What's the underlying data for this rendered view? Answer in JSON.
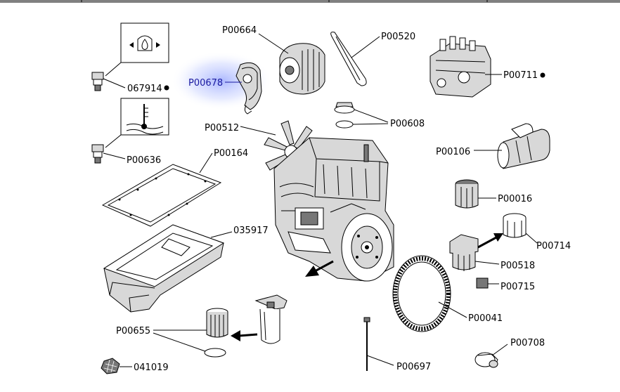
{
  "colors": {
    "highlight_label": "#1a1aa0",
    "highlight_glow": "#8fa0ff",
    "line": "#000000"
  },
  "parts": {
    "p067914": "067914",
    "p00636": "P00636",
    "p00664": "P00664",
    "p00678": "P00678",
    "p00520": "P00520",
    "p00711": "P00711",
    "p00608": "P00608",
    "p00512": "P00512",
    "p00164": "P00164",
    "p00106": "P00106",
    "p00016": "P00016",
    "p035917": "035917",
    "p00714": "P00714",
    "p00518": "P00518",
    "p00715": "P00715",
    "p00041": "P00041",
    "p00655": "P00655",
    "p00708": "P00708",
    "p00697": "P00697",
    "p041019": "041019"
  },
  "icons": {
    "oil_pressure": "oil-pressure-icon",
    "coolant_temperature": "coolant-temperature-icon",
    "marker_dot": "marker-dot-icon"
  }
}
